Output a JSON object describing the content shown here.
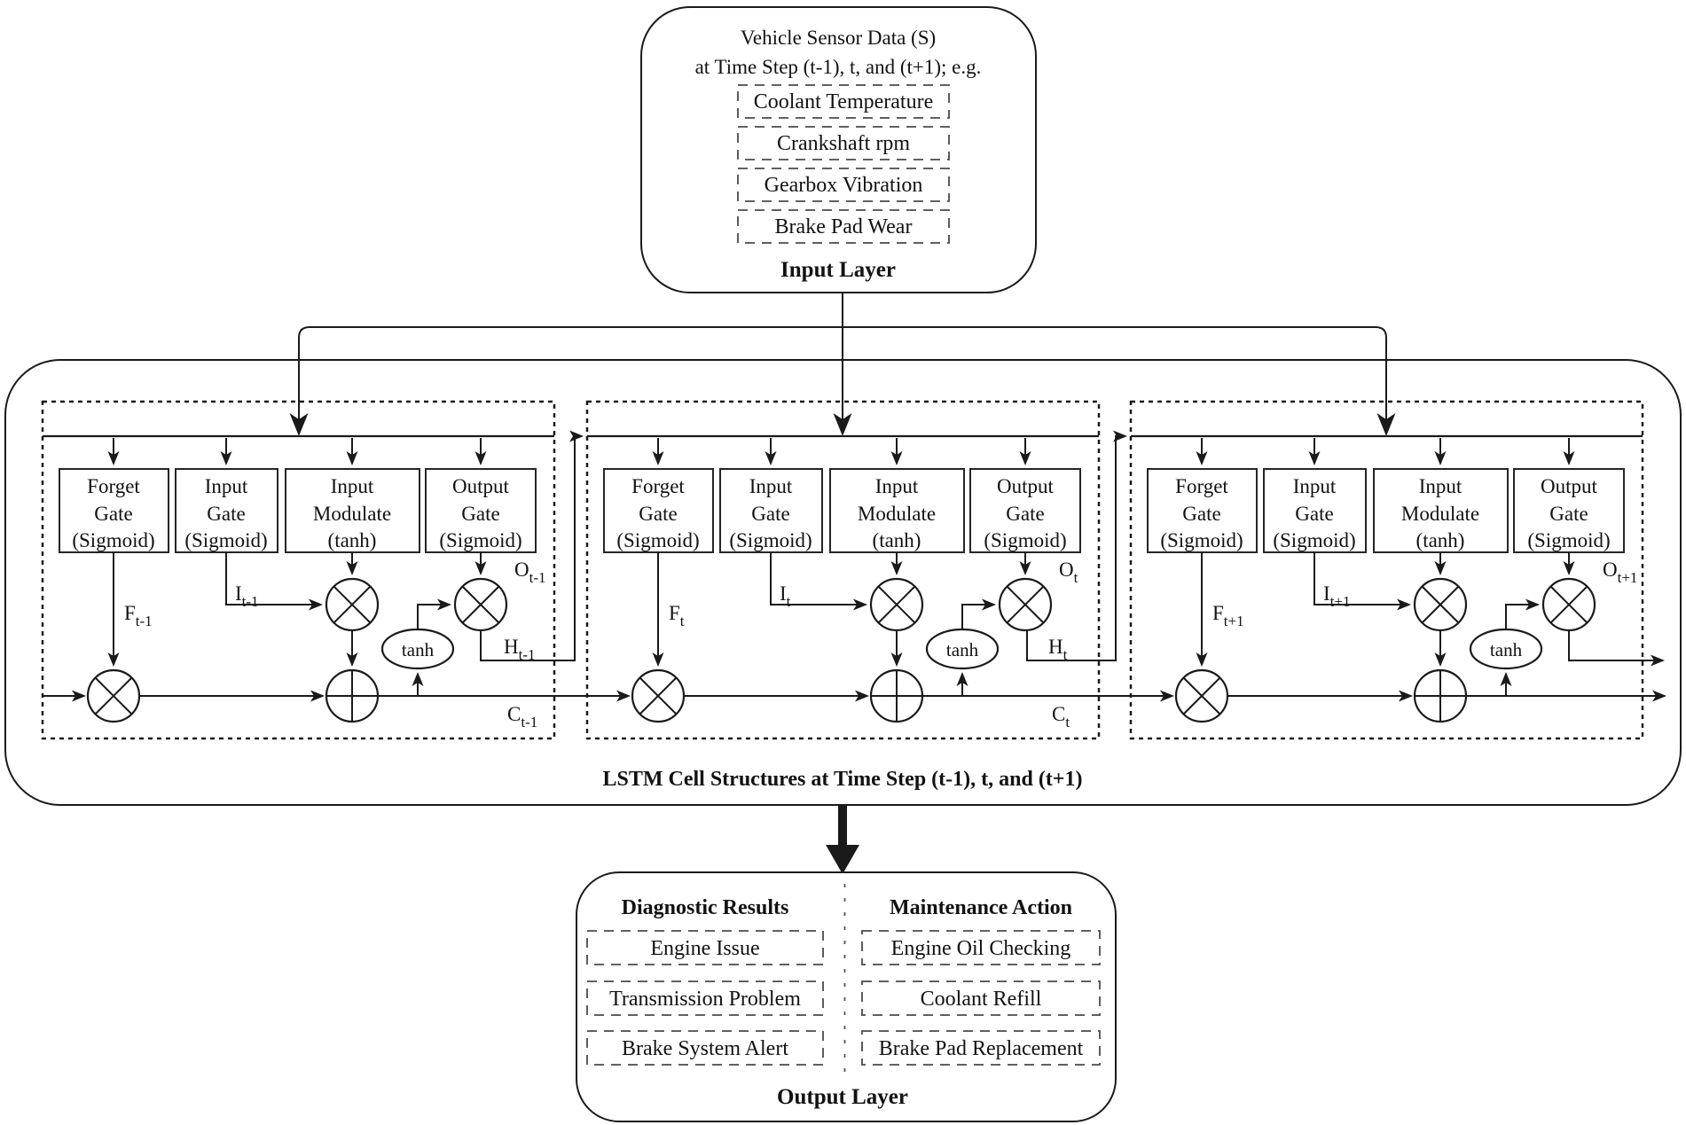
{
  "input_layer": {
    "title_line1": "Vehicle Sensor Data (S)",
    "title_line2": "at Time Step (t-1), t, and (t+1); e.g.",
    "items": [
      "Coolant Temperature",
      "Crankshaft rpm",
      "Gearbox Vibration",
      "Brake Pad Wear"
    ],
    "label": "Input Layer"
  },
  "lstm": {
    "caption": "LSTM Cell Structures at Time Step (t-1), t, and (t+1)",
    "cells": [
      {
        "gates": [
          {
            "l1": "Forget",
            "l2": "Gate",
            "l3": "(Sigmoid)"
          },
          {
            "l1": "Input",
            "l2": "Gate",
            "l3": "(Sigmoid)"
          },
          {
            "l1": "Input",
            "l2": "Modulate",
            "l3": "(tanh)"
          },
          {
            "l1": "Output",
            "l2": "Gate",
            "l3": "(Sigmoid)"
          }
        ],
        "labels": {
          "f": {
            "b": "F",
            "s": "t-1"
          },
          "i": {
            "b": "I",
            "s": "t-1"
          },
          "o": {
            "b": "O",
            "s": "t-1"
          },
          "h": {
            "b": "H",
            "s": "t-1"
          },
          "c": {
            "b": "C",
            "s": "t-1"
          },
          "tanh": "tanh"
        }
      },
      {
        "gates": [
          {
            "l1": "Forget",
            "l2": "Gate",
            "l3": "(Sigmoid)"
          },
          {
            "l1": "Input",
            "l2": "Gate",
            "l3": "(Sigmoid)"
          },
          {
            "l1": "Input",
            "l2": "Modulate",
            "l3": "(tanh)"
          },
          {
            "l1": "Output",
            "l2": "Gate",
            "l3": "(Sigmoid)"
          }
        ],
        "labels": {
          "f": {
            "b": "F",
            "s": "t"
          },
          "i": {
            "b": "I",
            "s": "t"
          },
          "o": {
            "b": "O",
            "s": "t"
          },
          "h": {
            "b": "H",
            "s": "t"
          },
          "c": {
            "b": "C",
            "s": "t"
          },
          "tanh": "tanh"
        }
      },
      {
        "gates": [
          {
            "l1": "Forget",
            "l2": "Gate",
            "l3": "(Sigmoid)"
          },
          {
            "l1": "Input",
            "l2": "Gate",
            "l3": "(Sigmoid)"
          },
          {
            "l1": "Input",
            "l2": "Modulate",
            "l3": "(tanh)"
          },
          {
            "l1": "Output",
            "l2": "Gate",
            "l3": "(Sigmoid)"
          }
        ],
        "labels": {
          "f": {
            "b": "F",
            "s": "t+1"
          },
          "i": {
            "b": "I",
            "s": "t+1"
          },
          "o": {
            "b": "O",
            "s": "t+1"
          },
          "tanh": "tanh"
        }
      }
    ]
  },
  "output_layer": {
    "columns": [
      {
        "title": "Diagnostic Results",
        "items": [
          "Engine Issue",
          "Transmission Problem",
          "Brake System Alert"
        ]
      },
      {
        "title": "Maintenance Action",
        "items": [
          "Engine Oil Checking",
          "Coolant Refill",
          "Brake Pad Replacement"
        ]
      }
    ],
    "label": "Output Layer"
  }
}
